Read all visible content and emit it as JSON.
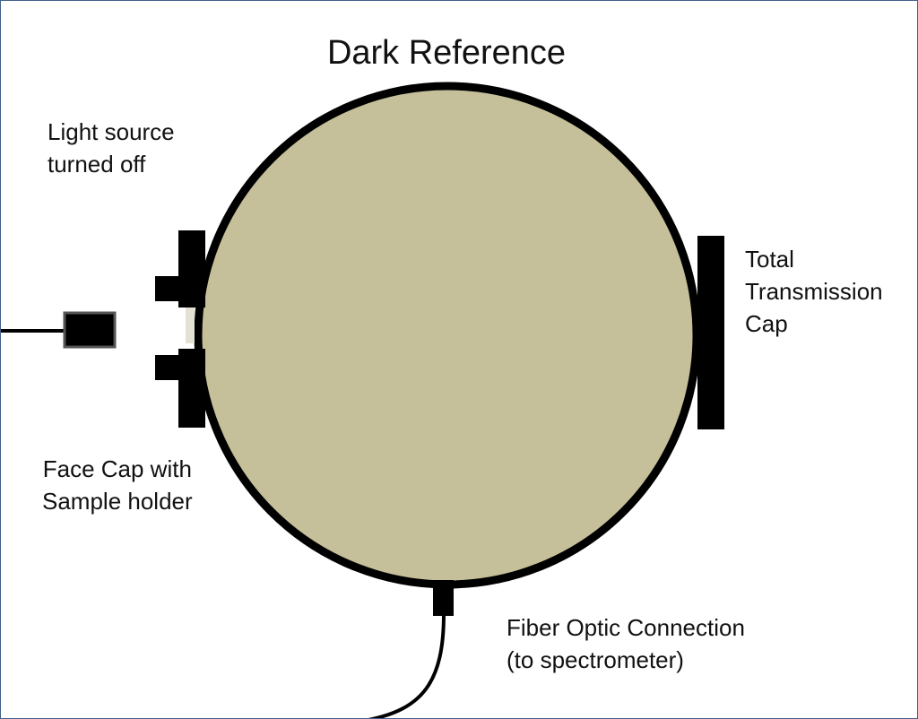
{
  "title": "Dark Reference",
  "labels": {
    "light_source": "Light source\nturned off",
    "face_cap": "Face Cap with\nSample holder",
    "total_transmission_cap": "Total\nTransmission\nCap",
    "fiber_optic": "Fiber Optic Connection\n(to spectrometer)"
  },
  "colors": {
    "sphere_fill": "#c5bf9a",
    "outline": "#000000",
    "frame_border": "#41608c",
    "light_source_border": "#555555"
  },
  "icons": {
    "light_source": "light-source-lamp-icon"
  }
}
